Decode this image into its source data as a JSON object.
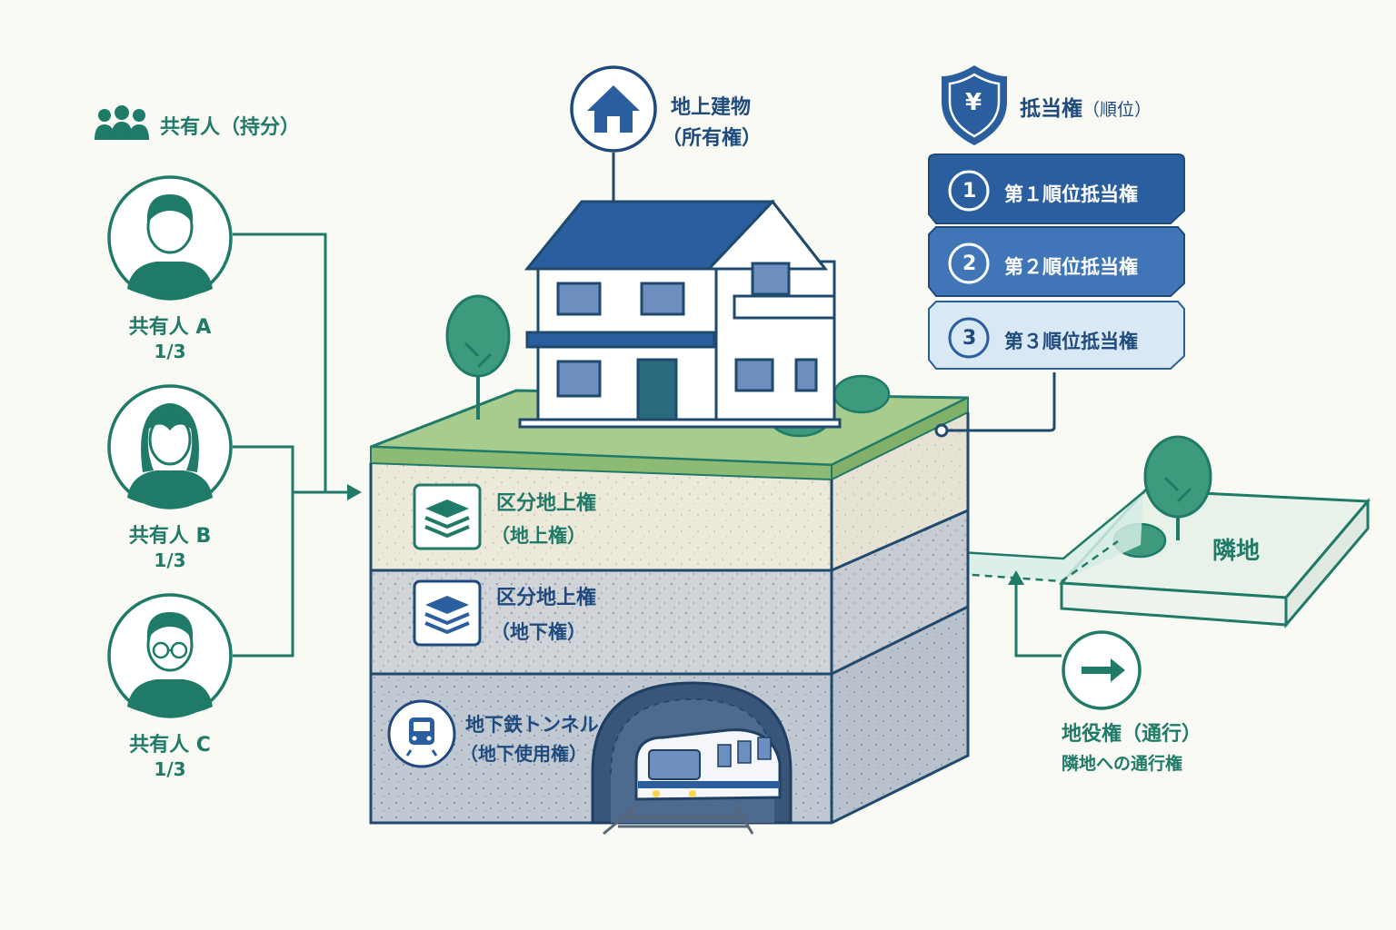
{
  "owners": {
    "title": "共有人（持分）",
    "people": [
      {
        "name": "共有人 A",
        "share": "1/3"
      },
      {
        "name": "共有人 B",
        "share": "1/3"
      },
      {
        "name": "共有人 C",
        "share": "1/3"
      }
    ]
  },
  "building": {
    "title": "地上建物",
    "subtitle": "（所有権）"
  },
  "mortgage": {
    "title": "抵当権",
    "title_suffix": "（順位）",
    "icon_glyph": "¥",
    "ranks": [
      {
        "number": "1",
        "label": "第１順位抵当権"
      },
      {
        "number": "2",
        "label": "第２順位抵当権"
      },
      {
        "number": "3",
        "label": "第３順位抵当権"
      }
    ]
  },
  "layers": {
    "surface": {
      "title": "区分地上権",
      "subtitle": "（地上権）"
    },
    "underground": {
      "title": "区分地上権",
      "subtitle": "（地下権）"
    },
    "subway": {
      "title": "地下鉄トンネル",
      "subtitle": "（地下使用権）"
    }
  },
  "neighbor": {
    "label": "隣地"
  },
  "easement": {
    "title": "地役権（通行）",
    "subtitle": "隣地への通行権"
  },
  "colors": {
    "teal": "#1f7a68",
    "navy": "#1e4a7e",
    "rank1": "#2a5e9e",
    "rank2": "#4076b8",
    "rank3": "#d9e8f5",
    "grass": "#9cc383",
    "background": "#fafaf5"
  }
}
